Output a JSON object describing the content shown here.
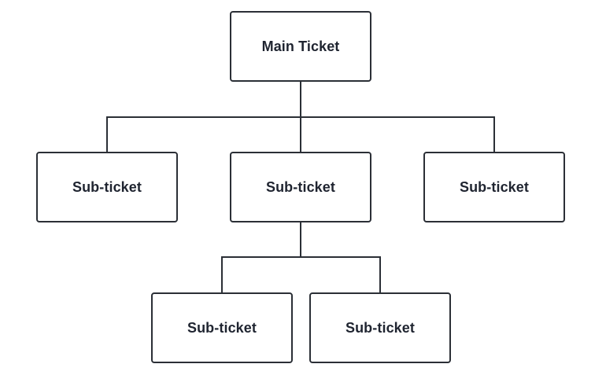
{
  "diagram": {
    "root": {
      "label": "Main Ticket"
    },
    "children": [
      {
        "label": "Sub-ticket"
      },
      {
        "label": "Sub-ticket"
      },
      {
        "label": "Sub-ticket"
      }
    ],
    "grandchildren": [
      {
        "label": "Sub-ticket"
      },
      {
        "label": "Sub-ticket"
      }
    ]
  }
}
